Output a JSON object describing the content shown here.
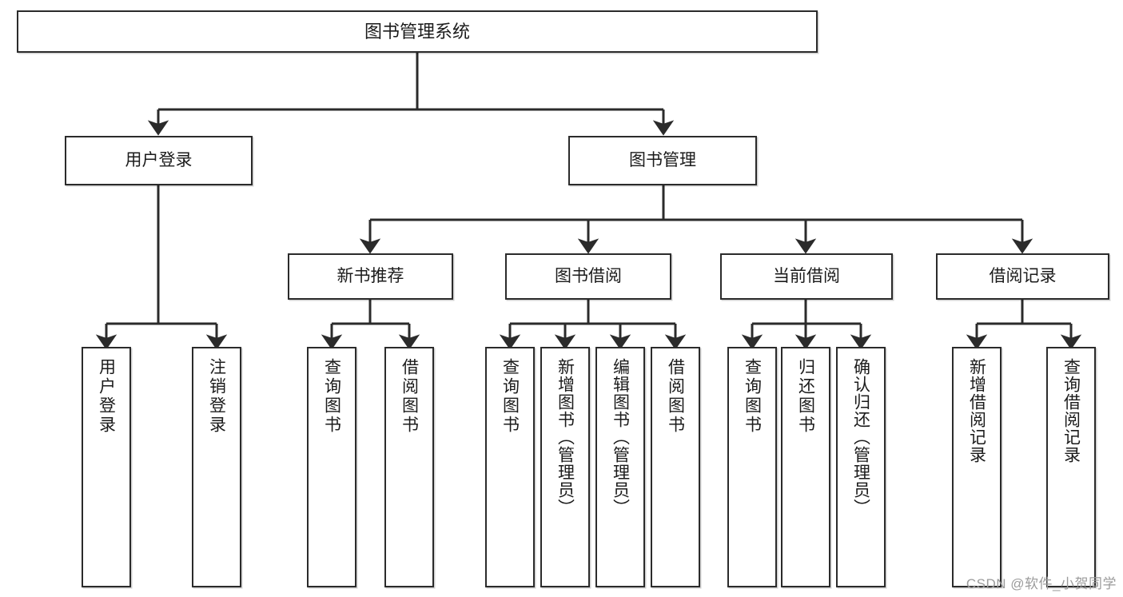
{
  "diagram": {
    "title": "图书管理系统",
    "type": "tree",
    "watermark": "CSDN @软件_小贺同学",
    "line_color": "#2b2b2b",
    "box_fill": "#ffffff",
    "text_color": "#1b1b1b",
    "root": {
      "label": "图书管理系统"
    },
    "level2": [
      {
        "label": "用户登录"
      },
      {
        "label": "图书管理"
      }
    ],
    "level3": [
      {
        "label": "新书推荐"
      },
      {
        "label": "图书借阅"
      },
      {
        "label": "当前借阅"
      },
      {
        "label": "借阅记录"
      }
    ],
    "leaves": {
      "user_login": [
        {
          "label": "用户登录"
        },
        {
          "label": "注销登录"
        }
      ],
      "new_book": [
        {
          "label": "查询图书"
        },
        {
          "label": "借阅图书"
        }
      ],
      "book_borrow": [
        {
          "label": "查询图书"
        },
        {
          "label": "新增图书（管理员）"
        },
        {
          "label": "编辑图书（管理员）"
        },
        {
          "label": "借阅图书"
        }
      ],
      "current_borrow": [
        {
          "label": "查询图书"
        },
        {
          "label": "归还图书"
        },
        {
          "label": "确认归还（管理员）"
        }
      ],
      "borrow_record": [
        {
          "label": "新增借阅记录"
        },
        {
          "label": "查询借阅记录"
        }
      ]
    }
  }
}
